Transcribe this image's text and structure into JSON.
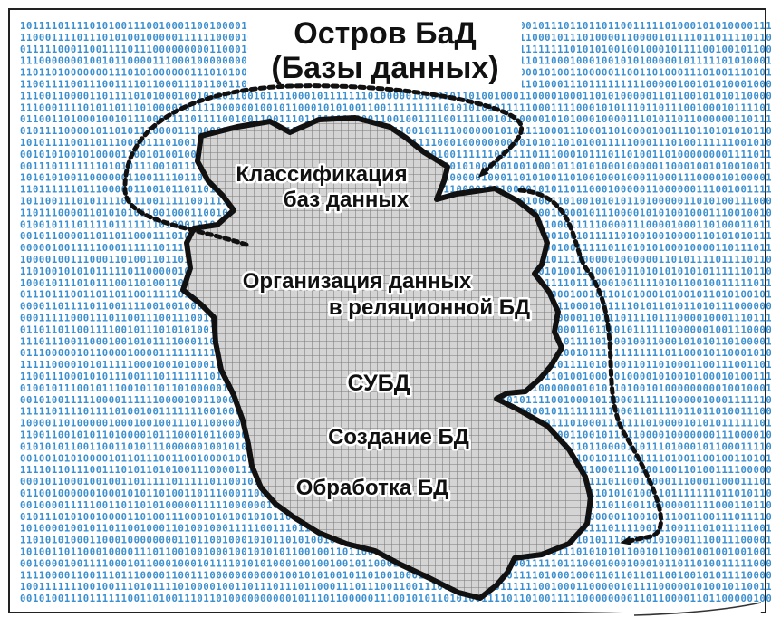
{
  "title_line1": "Остров БаД",
  "title_line2": "(Базы данных)",
  "labels": {
    "classification_1": "Классификация",
    "classification_2": "баз данных",
    "organization_1": "Организация данных",
    "organization_2": "в реляционной БД",
    "dbms": "СУБД",
    "creation": "Создание БД",
    "processing": "Обработка БД"
  },
  "colors": {
    "binary_text": "#3a8fd0",
    "island_fill": "#d4d4d4",
    "island_grid": "#7a7a7a",
    "island_outline": "#111111",
    "path": "#111111"
  }
}
